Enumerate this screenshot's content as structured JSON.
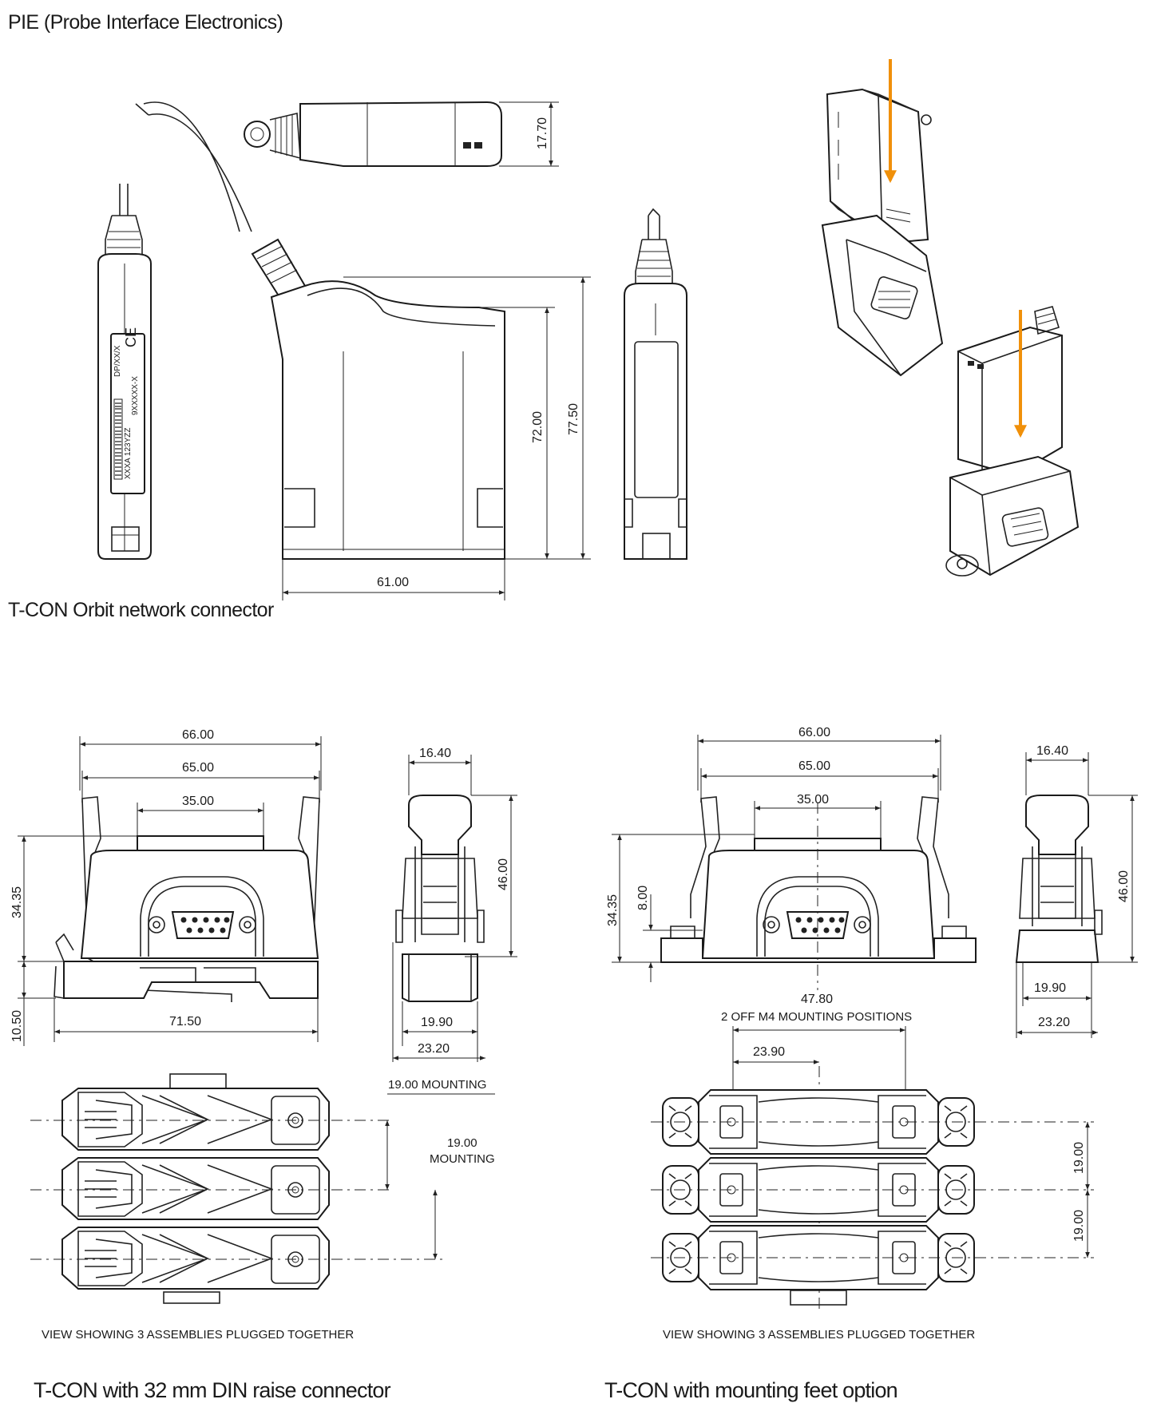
{
  "headings": {
    "pie": "PIE (Probe Interface Electronics)",
    "tcon": "T-CON Orbit network connector"
  },
  "pie": {
    "dims": {
      "top_height": "17.70",
      "height_a": "72.00",
      "height_b": "77.50",
      "width": "61.00"
    },
    "label": {
      "part": "DP/XX/X",
      "serial": "9XXXXX-X",
      "date": "XXXA 123YZZ"
    }
  },
  "tcon_din": {
    "dims": {
      "w1": "66.00",
      "w2": "65.00",
      "w3": "35.00",
      "h1": "34.35",
      "h2": "10.50",
      "base": "71.50",
      "side_top": "16.40",
      "side_h": "46.00",
      "side_w1": "19.90",
      "side_w2": "23.20",
      "mount1": "19.00 MOUNTING",
      "mount2": "19.00",
      "mount2b": "MOUNTING"
    },
    "view_caption": "VIEW SHOWING 3 ASSEMBLIES PLUGGED TOGETHER",
    "subtitle": "T-CON with 32 mm DIN raise connector"
  },
  "tcon_feet": {
    "dims": {
      "w1": "66.00",
      "w2": "65.00",
      "w3": "35.00",
      "h1": "34.35",
      "h2": "8.00",
      "side_top": "16.40",
      "side_h": "46.00",
      "side_w1": "19.90",
      "side_w2": "23.20",
      "mount_span": "47.80",
      "mount_note": "2 OFF M4 MOUNTING POSITIONS",
      "half": "23.90",
      "pitch1": "19.00",
      "pitch2": "19.00"
    },
    "view_caption": "VIEW SHOWING 3 ASSEMBLIES PLUGGED TOGETHER",
    "subtitle": "T-CON with mounting feet option"
  },
  "colors": {
    "arrow": "#f0900a",
    "line": "#222222",
    "shade": "#cfcfcf"
  }
}
